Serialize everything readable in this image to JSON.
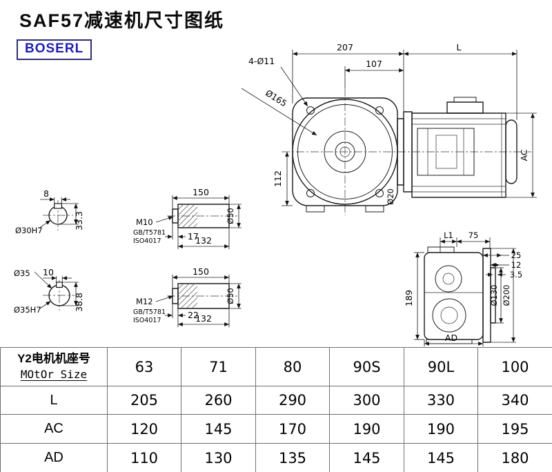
{
  "page": {
    "title": "SAF57减速机尺寸图纸",
    "brand": "BOSERL"
  },
  "front_view": {
    "dim_width": "207",
    "dim_motor_length": "L",
    "dim_flange_to_motor": "107",
    "bolt_holes_label": "4-Ø11",
    "flange_diameter_label": "Ø165",
    "dim_axis_height": "112",
    "dim_motor_height": "AC",
    "shaft_diameter_label": "Ø20"
  },
  "shaft_detail_top": {
    "dim_key_width": "8",
    "bore_label": "Ø30H7",
    "dim_keyway_height": "33.3",
    "dim_length": "150",
    "thread_label": "M10",
    "standard_line1": "GB/T5781",
    "standard_line2": "ISO4017",
    "dim_step": "17",
    "dim_body": "132",
    "diameter_label": "Ø50"
  },
  "shaft_detail_bottom": {
    "outer_diameter_label": "Ø35",
    "dim_key_width": "10",
    "bore_label": "Ø35H7",
    "dim_keyway_height": "38.8",
    "dim_length": "150",
    "thread_label": "M12",
    "standard_line1": "GB/T5781",
    "standard_line2": "ISO4017",
    "dim_step": "22",
    "dim_body": "132",
    "diameter_label": "Ø50"
  },
  "side_view": {
    "dim_l1": "L1",
    "dim_75": "75",
    "dim_25": "25",
    "dim_12": "12",
    "dim_3_5": "3.5",
    "dim_height": "189",
    "pilot_diameter_label": "Ø130",
    "flange_diameter_label": "Ø200",
    "dim_ad": "AD"
  },
  "table": {
    "header_cn": "Y2电机机座号",
    "header_en": "MOtOr Size",
    "sizes": [
      "63",
      "71",
      "80",
      "90S",
      "90L",
      "100"
    ],
    "rows": [
      {
        "label": "L",
        "values": [
          "205",
          "260",
          "290",
          "300",
          "330",
          "340"
        ]
      },
      {
        "label": "AC",
        "values": [
          "120",
          "145",
          "170",
          "190",
          "190",
          "195"
        ]
      },
      {
        "label": "AD",
        "values": [
          "110",
          "130",
          "135",
          "145",
          "145",
          "180"
        ]
      }
    ]
  }
}
